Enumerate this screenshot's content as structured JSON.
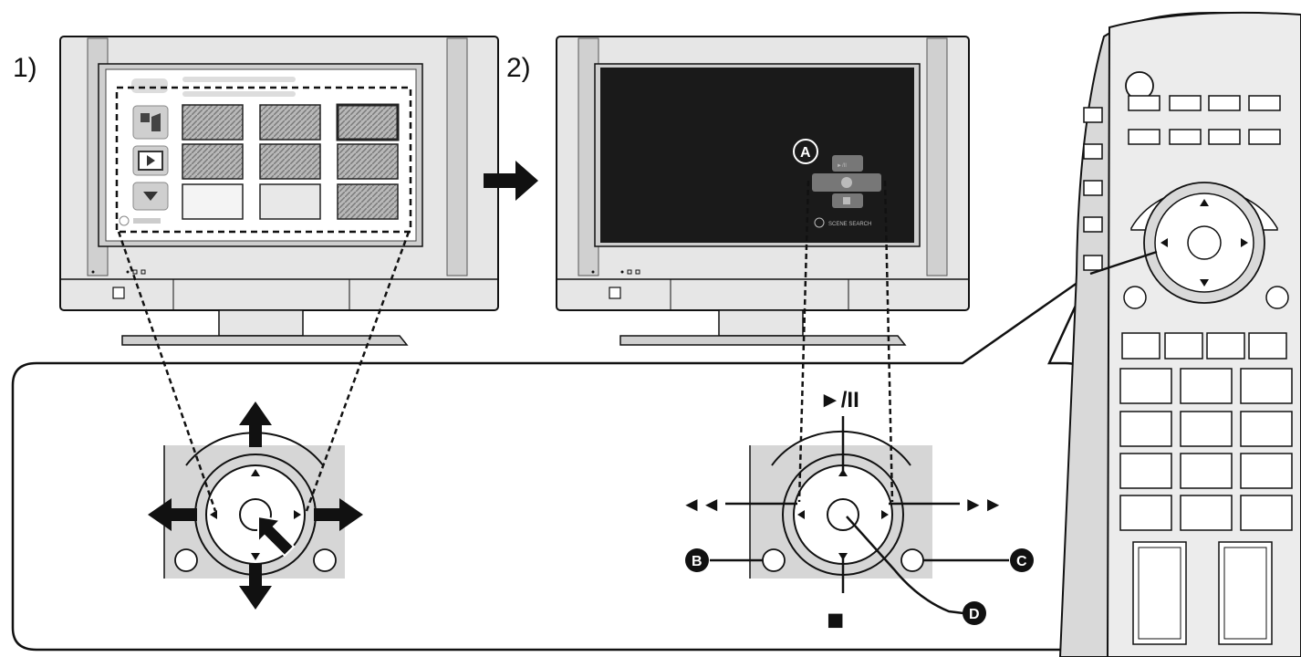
{
  "steps": {
    "step1": "1)",
    "step2": "2)"
  },
  "tv2_osd": {
    "play_pause_tiny": "►/II",
    "scene_search_label": "SCENE SEARCH"
  },
  "callouts": {
    "a": "A",
    "b": "B",
    "c": "C",
    "d": "D"
  },
  "playback_controls": {
    "play_pause": "►/II",
    "rewind": "◄◄",
    "fast_forward": "►►",
    "stop": "■"
  },
  "colors": {
    "line": "#111111",
    "tv_frame": "#e6e6e6",
    "tv_dark": "#8c8c8c",
    "screen_black": "#1a1a1a",
    "remote_body": "#d9d9d9",
    "control_panel": "#d6d6d6"
  }
}
